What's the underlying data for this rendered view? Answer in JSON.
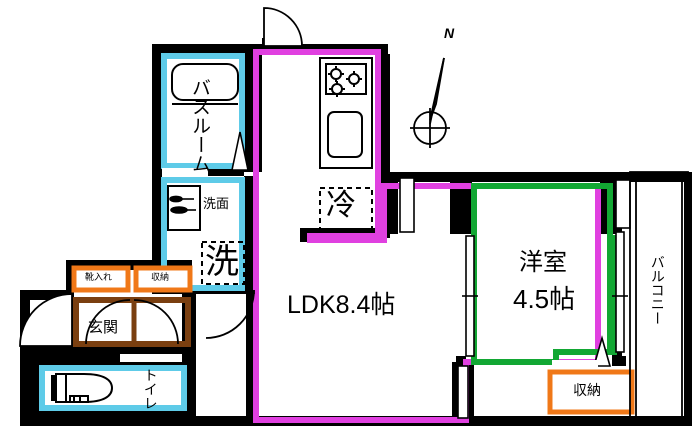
{
  "plan": {
    "title": "apartment-floor-plan",
    "compass": {
      "label": "N"
    },
    "colors": {
      "wall": "#000000",
      "ldk_outline": "#e040e0",
      "room_outline": "#12a733",
      "wet_outline": "#5ecbe8",
      "storage_outline": "#f07818",
      "entrance_outline": "#7a3f10",
      "background": "#ffffff",
      "text": "#000000"
    },
    "rooms": [
      {
        "key": "ldk",
        "name": "LDK8.4帖",
        "outline": "#e040e0"
      },
      {
        "key": "washitsu",
        "name_line1": "洋室",
        "name_line2": "4.5帖",
        "outline": "#12a733"
      },
      {
        "key": "bathroom",
        "name": "バスルーム",
        "outline": "#5ecbe8"
      },
      {
        "key": "washbasin",
        "name": "洗面",
        "outline": "#5ecbe8"
      },
      {
        "key": "laundry",
        "name": "洗",
        "outline": "#5ecbe8"
      },
      {
        "key": "toilet",
        "name": "トイレ",
        "outline": "#5ecbe8"
      },
      {
        "key": "entrance",
        "name": "玄関",
        "outline": "#7a3f10"
      },
      {
        "key": "balcony",
        "name": "バルコニー",
        "outline": "#000000"
      }
    ],
    "fixtures": [
      {
        "key": "refrigerator",
        "name": "冷"
      },
      {
        "key": "shoe_cabinet",
        "name": "靴入れ"
      },
      {
        "key": "entry_storage",
        "name": "収納"
      },
      {
        "key": "bedroom_storage",
        "name": "収納"
      }
    ]
  }
}
